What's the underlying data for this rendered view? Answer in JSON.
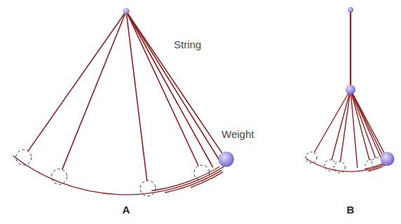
{
  "diagram": {
    "labels": [
      "String",
      "Weight",
      "A",
      "B"
    ]
  }
}
